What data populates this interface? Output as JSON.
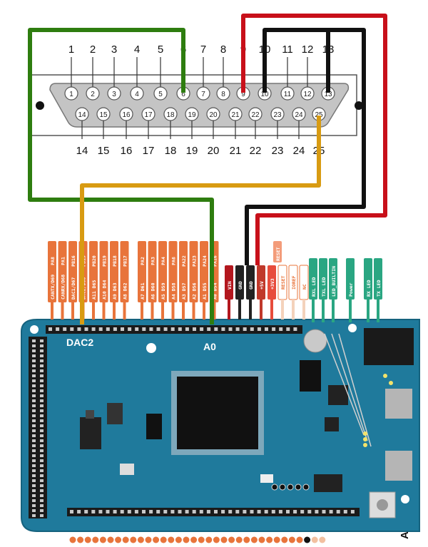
{
  "db25": {
    "top_pins": [
      "1",
      "2",
      "3",
      "4",
      "5",
      "6",
      "7",
      "8",
      "9",
      "10",
      "11",
      "12",
      "13"
    ],
    "bottom_pins": [
      "14",
      "15",
      "16",
      "17",
      "18",
      "19",
      "20",
      "21",
      "22",
      "23",
      "24",
      "25"
    ]
  },
  "wires": [
    {
      "name": "green",
      "from": "6",
      "to": "A0",
      "color": "#2e7d0f"
    },
    {
      "name": "gold",
      "from": "25",
      "to": "DAC2",
      "color": "#d89b12"
    },
    {
      "name": "red",
      "from": "9",
      "to": "+5V",
      "color": "#c8101a"
    },
    {
      "name": "black-10",
      "from": "10",
      "to": "GND",
      "color": "#111111"
    },
    {
      "name": "black-13",
      "from": "13",
      "to": "GND",
      "color": "#111111"
    }
  ],
  "board": {
    "color": "#1f7a9c",
    "labels": {
      "dac2": "DAC2",
      "a0": "A0"
    },
    "orange_group1": [
      {
        "top": "PA8",
        "bottom": "CANTX/D69"
      },
      {
        "top": "PA1",
        "bottom": "CANRX/D68"
      },
      {
        "top": "PB16",
        "bottom": "DAC1/D67"
      },
      {
        "top": "PB15",
        "bottom": "DAC2/D66"
      },
      {
        "top": "PB20",
        "bottom": "A11 D65"
      },
      {
        "top": "PB19",
        "bottom": "A10 D64"
      },
      {
        "top": "PB18",
        "bottom": "A9 D63"
      },
      {
        "top": "PB17",
        "bottom": "A8 D62"
      }
    ],
    "orange_group2": [
      {
        "top": "PA2",
        "bottom": "A7 D61"
      },
      {
        "top": "PA3",
        "bottom": "A6 D60"
      },
      {
        "top": "PA4",
        "bottom": "A5 D59"
      },
      {
        "top": "PA6",
        "bottom": "A4 D58"
      },
      {
        "top": "PA22",
        "bottom": "A3 D57"
      },
      {
        "top": "PA23",
        "bottom": "A2 D56"
      },
      {
        "top": "PA24",
        "bottom": "A1 D55"
      },
      {
        "top": "PA16",
        "bottom": "A0 D54"
      }
    ],
    "power_labels": [
      {
        "text": "VIN",
        "color": "#b3171e"
      },
      {
        "text": "GND",
        "color": "#222222"
      },
      {
        "text": "GND",
        "color": "#222222"
      },
      {
        "text": "+5V",
        "color": "#c0392b"
      },
      {
        "text": "+3V3",
        "color": "#e74c3c"
      },
      {
        "text": "RESET",
        "color": "#ffffff"
      },
      {
        "text": "IOREF",
        "color": "#ffffff"
      },
      {
        "text": "NC",
        "color": "#ffffff"
      }
    ],
    "top_extra": {
      "text": "RESET",
      "color": "#f39c7a"
    },
    "led_labels": [
      {
        "text": "RXL LED"
      },
      {
        "text": "TXL LED"
      },
      {
        "text": "LED_BUILTIN"
      },
      {
        "text": "Power"
      },
      {
        "text": "RX LED"
      },
      {
        "text": "TX LED"
      }
    ],
    "corner_letter": "A"
  }
}
